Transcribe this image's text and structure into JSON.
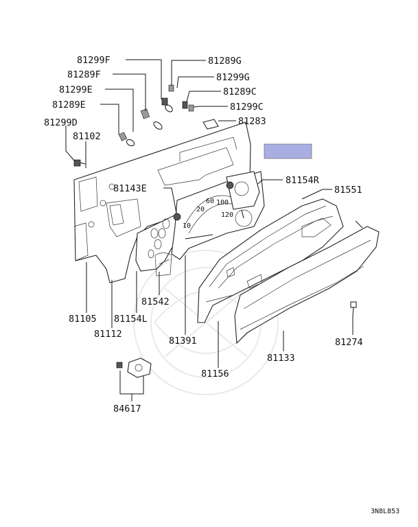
{
  "diagram": {
    "ref_code": "3N8L853",
    "highlight_color": "#a9aee2",
    "labels": {
      "p81299F": "81299F",
      "p81289F": "81289F",
      "p81299E": "81299E",
      "p81289E": "81289E",
      "p81299D": "81299D",
      "p81102": "81102",
      "p81289G": "81289G",
      "p81299G": "81299G",
      "p81289C": "81289C",
      "p81299C": "81299C",
      "p81283": "81283",
      "p81154R": "81154R",
      "p81551": "81551",
      "p81143E": "81143E",
      "p81542": "81542",
      "p81105": "81105",
      "p81154L": "81154L",
      "p81112": "81112",
      "p81391": "81391",
      "p81156": "81156",
      "p81133": "81133",
      "p81274": "81274",
      "p84617": "84617"
    }
  }
}
